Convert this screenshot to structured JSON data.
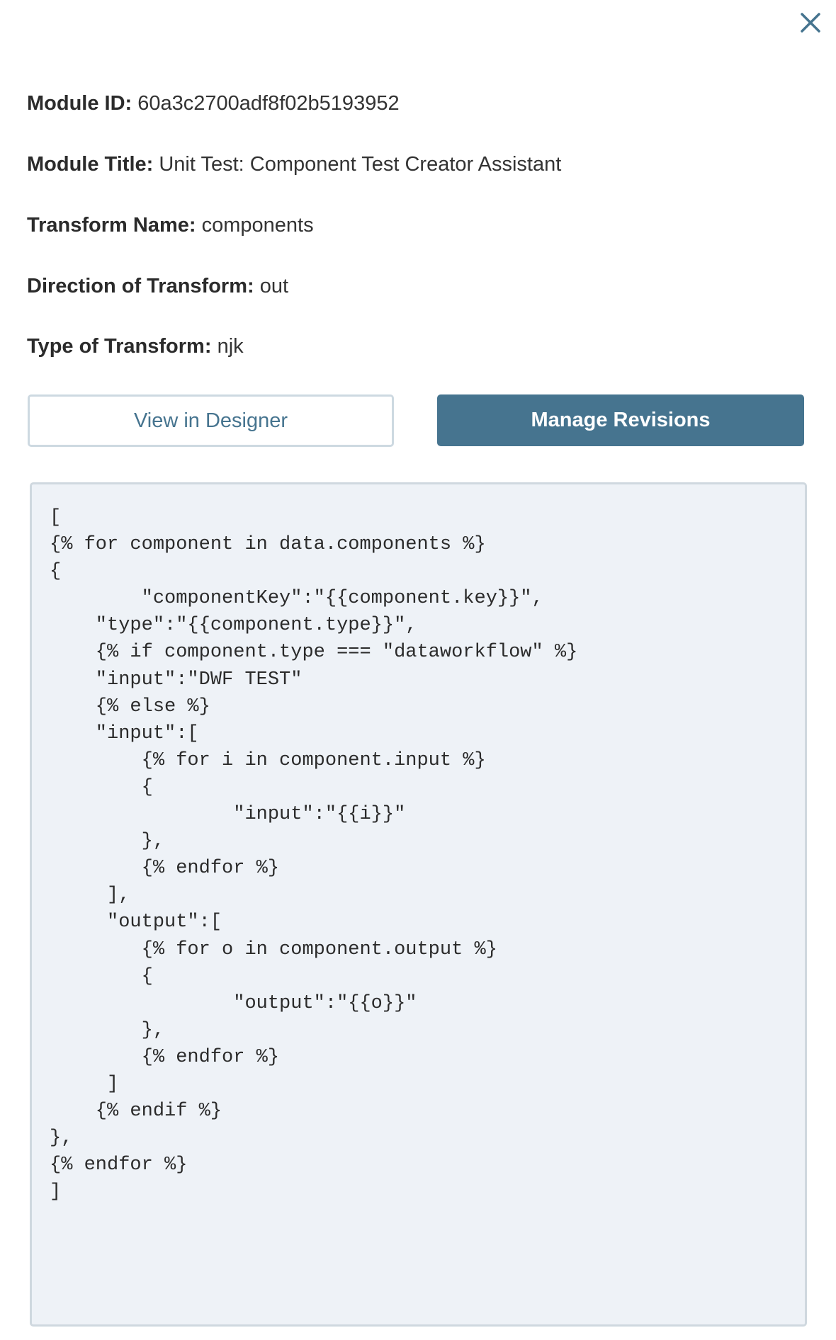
{
  "close_icon": "close-x-icon",
  "accent_color": "#46748f",
  "details": {
    "module_id": {
      "label": "Module ID:",
      "value": "60a3c2700adf8f02b5193952"
    },
    "module_title": {
      "label": "Module Title:",
      "value": "Unit Test: Component Test Creator Assistant"
    },
    "transform_name": {
      "label": "Transform Name:",
      "value": "components"
    },
    "direction": {
      "label": "Direction of Transform:",
      "value": "out"
    },
    "type": {
      "label": "Type of Transform:",
      "value": "njk"
    }
  },
  "buttons": {
    "view_designer": "View in Designer",
    "manage_revisions": "Manage Revisions"
  },
  "code": "[\n{% for component in data.components %}\n{\n        \"componentKey\":\"{{component.key}}\",\n    \"type\":\"{{component.type}}\",\n    {% if component.type === \"dataworkflow\" %}\n    \"input\":\"DWF TEST\"\n    {% else %}\n    \"input\":[\n        {% for i in component.input %}\n        {\n                \"input\":\"{{i}}\"\n        },\n        {% endfor %}\n     ],\n     \"output\":[\n        {% for o in component.output %}\n        {\n                \"output\":\"{{o}}\"\n        },\n        {% endfor %}\n     ]\n    {% endif %}\n},\n{% endfor %}\n]"
}
